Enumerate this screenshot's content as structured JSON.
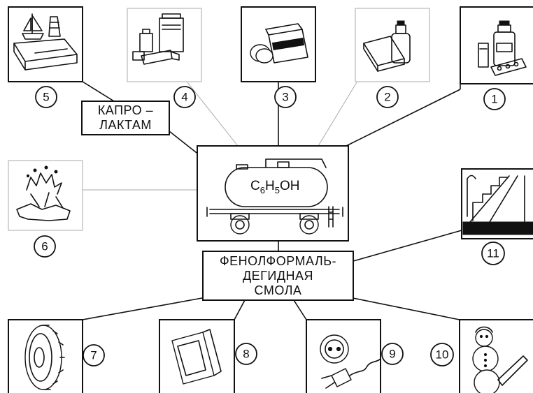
{
  "central": {
    "formula": {
      "c": "C",
      "c_sub": "6",
      "h": "H",
      "h_sub": "5",
      "oh": "OH"
    }
  },
  "labels": {
    "caprolactam": "КАПРО –\nЛАКТАМ",
    "resin": "ФЕНОЛФОРМАЛЬ-\nДЕГИДНАЯ\nСМОЛА"
  },
  "items": [
    {
      "id": "1",
      "label": "1",
      "icon": "medicine-bottles-icon"
    },
    {
      "id": "2",
      "label": "2",
      "icon": "medicine-bottle-box-icon"
    },
    {
      "id": "3",
      "label": "3",
      "icon": "detergent-pack-icon"
    },
    {
      "id": "4",
      "label": "4",
      "icon": "glue-tubes-icon"
    },
    {
      "id": "5",
      "label": "5",
      "icon": "fabric-ship-icon"
    },
    {
      "id": "6",
      "label": "6",
      "icon": "explosion-icon"
    },
    {
      "id": "7",
      "label": "7",
      "icon": "gear-wheel-icon"
    },
    {
      "id": "8",
      "label": "8",
      "icon": "tv-set-icon"
    },
    {
      "id": "9",
      "label": "9",
      "icon": "electric-plug-icon"
    },
    {
      "id": "10",
      "label": "10",
      "icon": "snowman-toy-icon"
    },
    {
      "id": "11",
      "label": "11",
      "icon": "staircase-icon"
    }
  ]
}
